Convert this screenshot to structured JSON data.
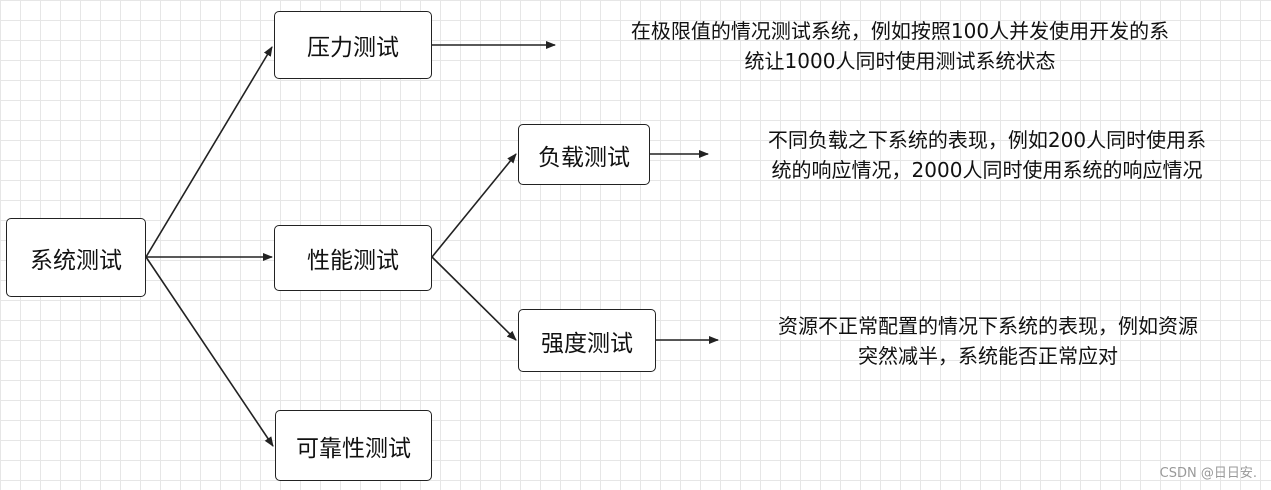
{
  "nodes": {
    "system_test": "系统测试",
    "pressure_test": "压力测试",
    "performance_test": "性能测试",
    "reliability_test": "可靠性测试",
    "load_test": "负载测试",
    "stress_test": "强度测试"
  },
  "notes": {
    "pressure": [
      "在极限值的情况测试系统，例如按照100人并发使用开发的系",
      "统让1000人同时使用测试系统状态"
    ],
    "load": [
      "不同负载之下系统的表现，例如200人同时使用系",
      "统的响应情况，2000人同时使用系统的响应情况"
    ],
    "stress": [
      "资源不正常配置的情况下系统的表现，例如资源",
      "突然减半，系统能否正常应对"
    ]
  },
  "watermark": "CSDN @日日安."
}
